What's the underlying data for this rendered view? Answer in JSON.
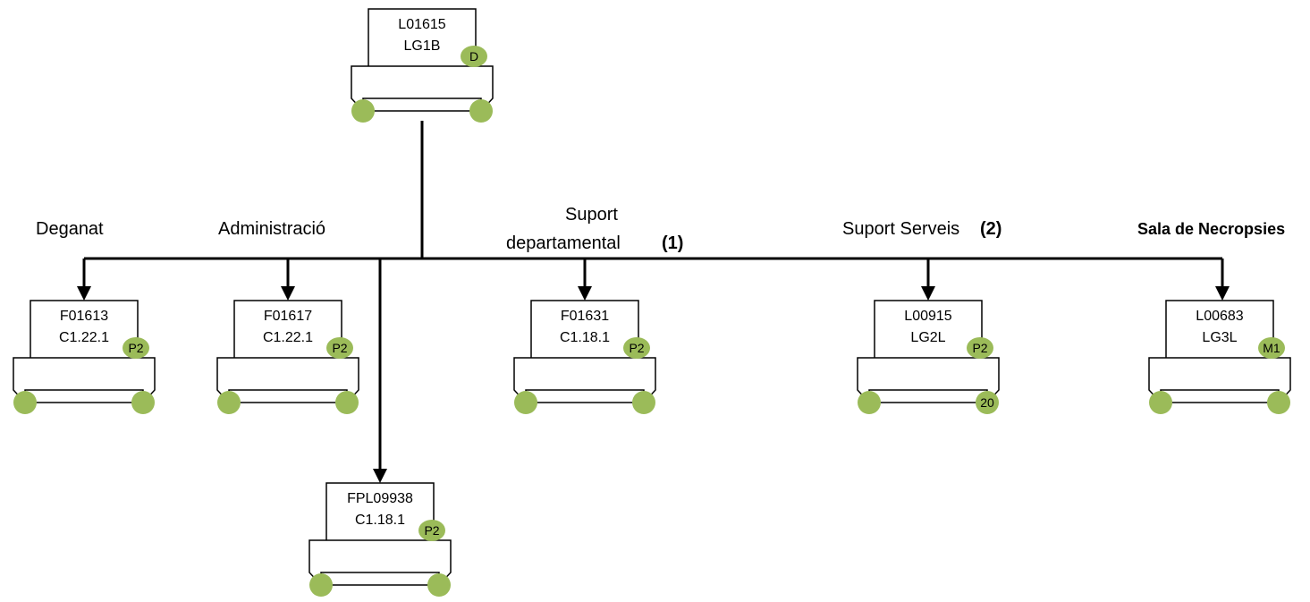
{
  "colors": {
    "accent_green": "#9bbb59",
    "line": "#000000",
    "paper": "#ffffff"
  },
  "top_node": {
    "line1": "L01615",
    "line2": "LG1B",
    "badge": "D"
  },
  "sections": [
    {
      "label": "Deganat",
      "bold": false
    },
    {
      "label": "Administració",
      "bold": false
    },
    {
      "label_line1": "Suport",
      "label_line2": "departamental",
      "suffix": "(1)"
    },
    {
      "label": "Suport Serveis",
      "suffix": "(2)"
    },
    {
      "label": "Sala de Necropsies",
      "bold": true
    }
  ],
  "nodes": [
    {
      "line1": "F01613",
      "line2": "C1.22.1",
      "badge": "P2",
      "roller_label": ""
    },
    {
      "line1": "F01617",
      "line2": "C1.22.1",
      "badge": "P2",
      "roller_label": ""
    },
    {
      "line1": "F01631",
      "line2": "C1.18.1",
      "badge": "P2",
      "roller_label": ""
    },
    {
      "line1": "L00915",
      "line2": "LG2L",
      "badge": "P2",
      "roller_label": "20"
    },
    {
      "line1": "L00683",
      "line2": "LG3L",
      "badge": "M1",
      "roller_label": ""
    },
    {
      "line1": "FPL09938",
      "line2": "C1.18.1",
      "badge": "P2",
      "roller_label": ""
    }
  ]
}
